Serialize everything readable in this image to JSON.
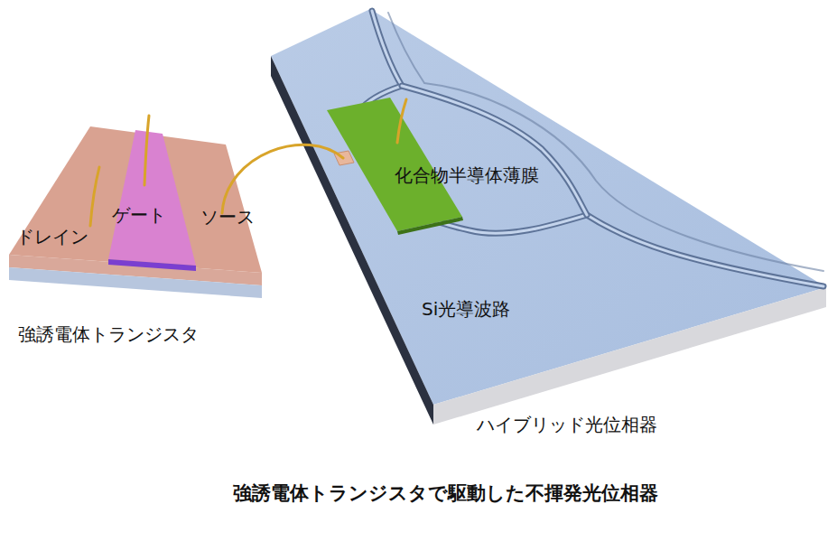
{
  "diagram": {
    "caption": "強誘電体トランジスタで駆動した不揮発光位相器",
    "labels": [
      "ドレイン",
      "ゲート",
      "ソース",
      "強誘電体トランジスタ",
      "化合物半導体薄膜",
      "Si光導波路",
      "ハイブリッド光位相器"
    ]
  }
}
